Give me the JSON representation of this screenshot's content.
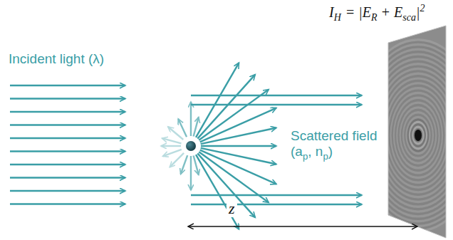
{
  "diagram": {
    "labels": [
      "I",
      "H",
      "= |E",
      "R",
      "+ E",
      "sca",
      "|",
      "2",
      "Incident light (λ)",
      "Scattered field (a",
      "p",
      ", n",
      "p",
      ")",
      "z"
    ]
  }
}
